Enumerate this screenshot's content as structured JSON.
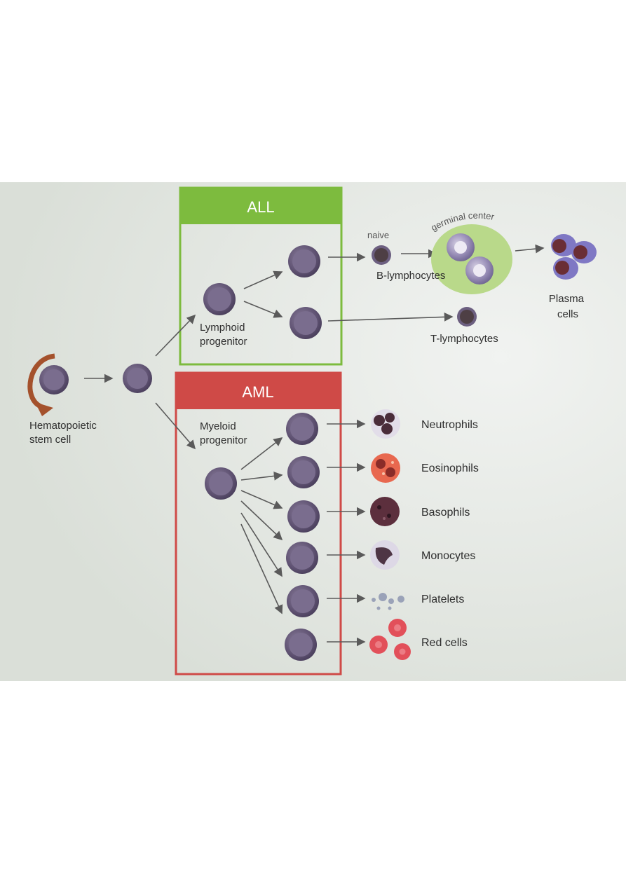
{
  "colors": {
    "slide_bg": "#e3e6e1",
    "all_green": "#7dbb3e",
    "aml_red": "#cf4a47",
    "progenitor_purple": "#6c5f80",
    "arrow": "#5a5a5a",
    "germinal_green": "#b9d98a",
    "eosinophil": "#e8684f",
    "red_cell": "#e2505a",
    "text": "#2e2e2e"
  },
  "boxes": {
    "all_title": "ALL",
    "aml_title": "AML"
  },
  "labels": {
    "stem_cell": [
      "Hematopoietic",
      "stem cell"
    ],
    "lymphoid": [
      "Lymphoid",
      "progenitor"
    ],
    "myeloid": [
      "Myeloid",
      "progenitor"
    ],
    "naive": "naive",
    "germinal_center": "germinal center",
    "b_lymphocytes": "B-lymphocytes",
    "plasma_cells": [
      "Plasma",
      "cells"
    ],
    "t_lymphocytes": "T-lymphocytes"
  },
  "myeloid_outputs": [
    {
      "label": "Neutrophils",
      "icon": "neutrophil-icon"
    },
    {
      "label": "Eosinophils",
      "icon": "eosinophil-icon"
    },
    {
      "label": "Basophils",
      "icon": "basophil-icon"
    },
    {
      "label": "Monocytes",
      "icon": "monocyte-icon"
    },
    {
      "label": "Platelets",
      "icon": "platelet-icon"
    },
    {
      "label": "Red cells",
      "icon": "red-cell-icon"
    }
  ]
}
